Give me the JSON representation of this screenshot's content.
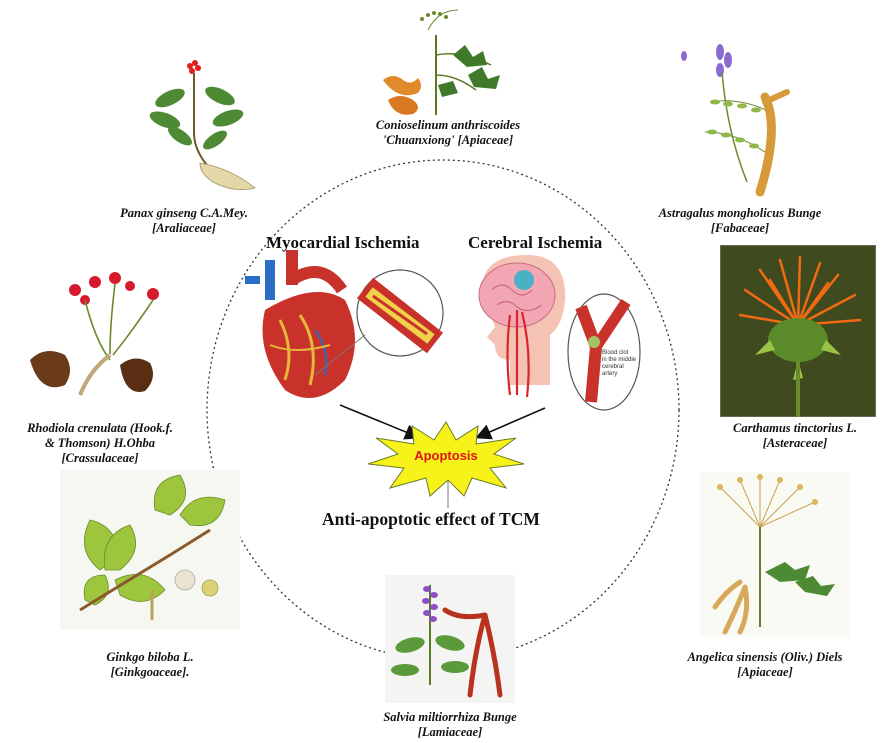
{
  "center": {
    "left_title": "Myocardial Ischemia",
    "right_title": "Cerebral Ischemia",
    "burst_label": "Apoptosis",
    "caption": "Anti-apoptotic effect of TCM",
    "clot_note": [
      "Blood clot",
      "in the middle",
      "cerebral",
      "artery"
    ]
  },
  "plants": [
    {
      "id": "chuanxiong",
      "lines": [
        "Conioselinum anthriscoides",
        "'Chuanxiong' [Apiaceae]"
      ]
    },
    {
      "id": "panax",
      "lines": [
        "Panax ginseng C.A.Mey.",
        "[Araliaceae]"
      ]
    },
    {
      "id": "astragalus",
      "lines": [
        "Astragalus mongholicus Bunge",
        "[Fabaceae]"
      ]
    },
    {
      "id": "rhodiola",
      "lines": [
        "Rhodiola crenulata (Hook.f.",
        "& Thomson) H.Ohba",
        "[Crassulaceae]"
      ]
    },
    {
      "id": "carthamus",
      "lines": [
        "Carthamus tinctorius L.",
        "[Asteraceae]"
      ]
    },
    {
      "id": "ginkgo",
      "lines": [
        "Ginkgo biloba L.",
        "[Ginkgoaceae]."
      ]
    },
    {
      "id": "angelica",
      "lines": [
        "Angelica sinensis (Oliv.) Diels",
        "[Apiaceae]"
      ]
    },
    {
      "id": "salvia",
      "lines": [
        "Salvia miltiorrhiza Bunge",
        "[Lamiaceae]"
      ]
    }
  ],
  "colors": {
    "burst_fill": "#f7f21a",
    "burst_text": "#e0141b",
    "arrow": "#111111",
    "heart": "#c8322a",
    "brain": "#f2a5b3",
    "safflower": "#f26b12",
    "ellipse": "#333333"
  }
}
